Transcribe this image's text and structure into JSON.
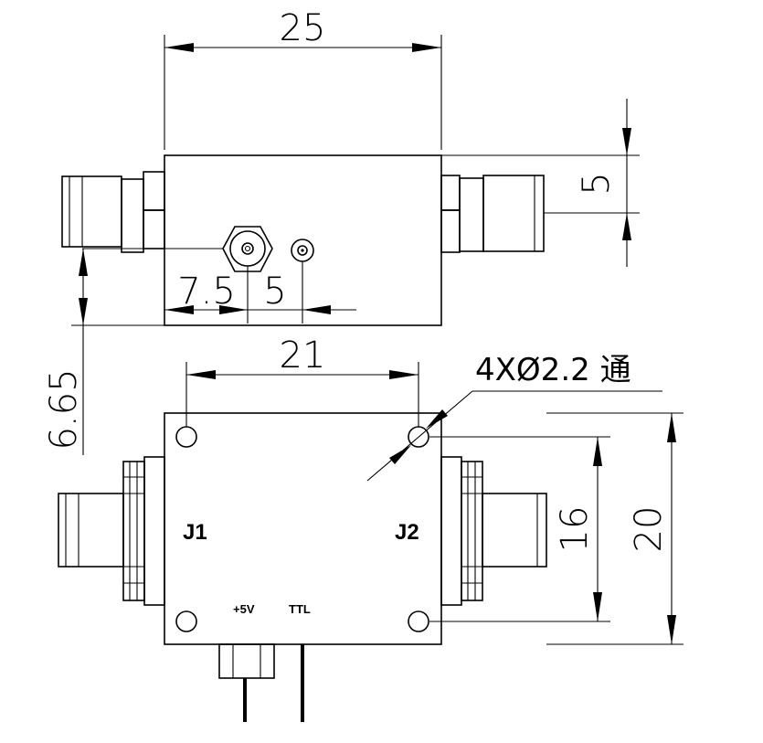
{
  "dimensions": {
    "top_width": "25",
    "connector_offset_right": "5",
    "pos_7_5": "7.5",
    "pos_5": "5",
    "height_6_65": "6.65",
    "hole_spacing_21": "21",
    "hole_callout": "4XØ2.2 通",
    "hole_spacing_16": "16",
    "total_height_20": "20"
  },
  "labels": {
    "port_j1": "J1",
    "port_j2": "J2",
    "power_pin": "+5V",
    "ttl_pin": "TTL"
  }
}
